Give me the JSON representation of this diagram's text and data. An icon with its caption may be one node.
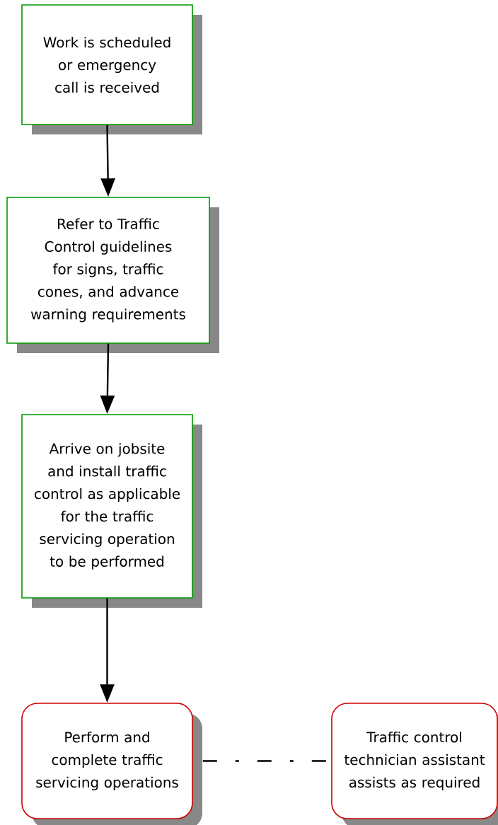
{
  "diagram": {
    "nodes": [
      {
        "text": [
          "Work is scheduled or emergency call is received"
        ]
      },
      {
        "text": [
          "Refer to Traffic Control guidelines for signs, traffic cones, and advance warning requirements"
        ]
      },
      {
        "text": [
          "Arrive on jobsite and install traffic control as applicable for the traffic servicing operation to be performed"
        ]
      },
      {
        "text": [
          "Perform and complete traffic servicing operations"
        ]
      },
      {
        "text": [
          "Traffic control technician assistant assists as required"
        ]
      }
    ],
    "edges": [
      {
        "from": 0,
        "to": 1,
        "arrow": "to"
      },
      {
        "from": 1,
        "to": 2,
        "arrow": "to"
      },
      {
        "from": 2,
        "to": 3,
        "arrow": "to"
      },
      {
        "from": 3,
        "to": 4,
        "arrow": "none",
        "style": "dashed"
      }
    ]
  }
}
